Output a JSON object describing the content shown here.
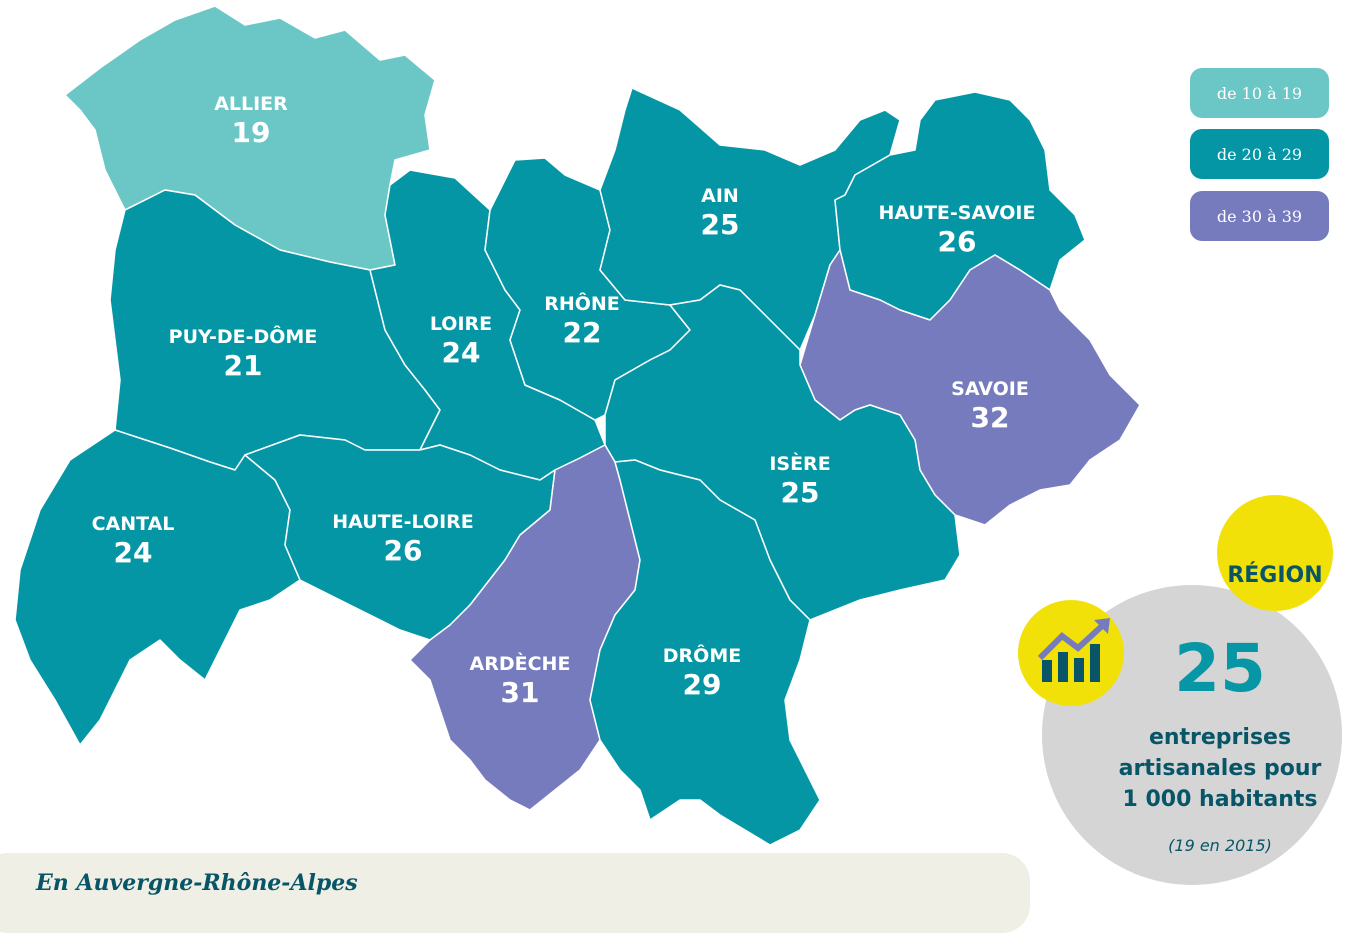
{
  "colors": {
    "low": "#6bc7c6",
    "mid": "#0596a6",
    "high": "#767bbd",
    "accent": "#f2e109",
    "dark": "#075567",
    "border": "#ffffff"
  },
  "legend": [
    {
      "label": "de 10 à 19",
      "color": "#6bc7c6"
    },
    {
      "label": "de 20 à 29",
      "color": "#0596a6"
    },
    {
      "label": "de 30 à 39",
      "color": "#767bbd"
    }
  ],
  "departments": [
    {
      "id": "allier",
      "name": "ALLIER",
      "value": "19",
      "color": "#6bc7c6"
    },
    {
      "id": "puy-de-dome",
      "name": "PUY-DE-DÔME",
      "value": "21",
      "color": "#0596a6"
    },
    {
      "id": "loire",
      "name": "LOIRE",
      "value": "24",
      "color": "#0596a6"
    },
    {
      "id": "rhone",
      "name": "RHÔNE",
      "value": "22",
      "color": "#0596a6"
    },
    {
      "id": "ain",
      "name": "AIN",
      "value": "25",
      "color": "#0596a6"
    },
    {
      "id": "haute-savoie",
      "name": "HAUTE-SAVOIE",
      "value": "26",
      "color": "#0596a6"
    },
    {
      "id": "savoie",
      "name": "SAVOIE",
      "value": "32",
      "color": "#767bbd"
    },
    {
      "id": "isere",
      "name": "ISÈRE",
      "value": "25",
      "color": "#0596a6"
    },
    {
      "id": "cantal",
      "name": "CANTAL",
      "value": "24",
      "color": "#0596a6"
    },
    {
      "id": "haute-loire",
      "name": "HAUTE-LOIRE",
      "value": "26",
      "color": "#0596a6"
    },
    {
      "id": "ardeche",
      "name": "ARDÈCHE",
      "value": "31",
      "color": "#767bbd"
    },
    {
      "id": "drome",
      "name": "DRÔME",
      "value": "29",
      "color": "#0596a6"
    }
  ],
  "region": {
    "badge_label": "RÉGION",
    "badge_icon": "binoculars-icon",
    "trend_icon": "chart-up-icon",
    "value": "25",
    "caption_lines": [
      "entreprises",
      "artisanales pour",
      "1 000 habitants"
    ],
    "previous": "(19 en 2015)"
  },
  "footer": {
    "text": "En Auvergne-Rhône-Alpes"
  }
}
